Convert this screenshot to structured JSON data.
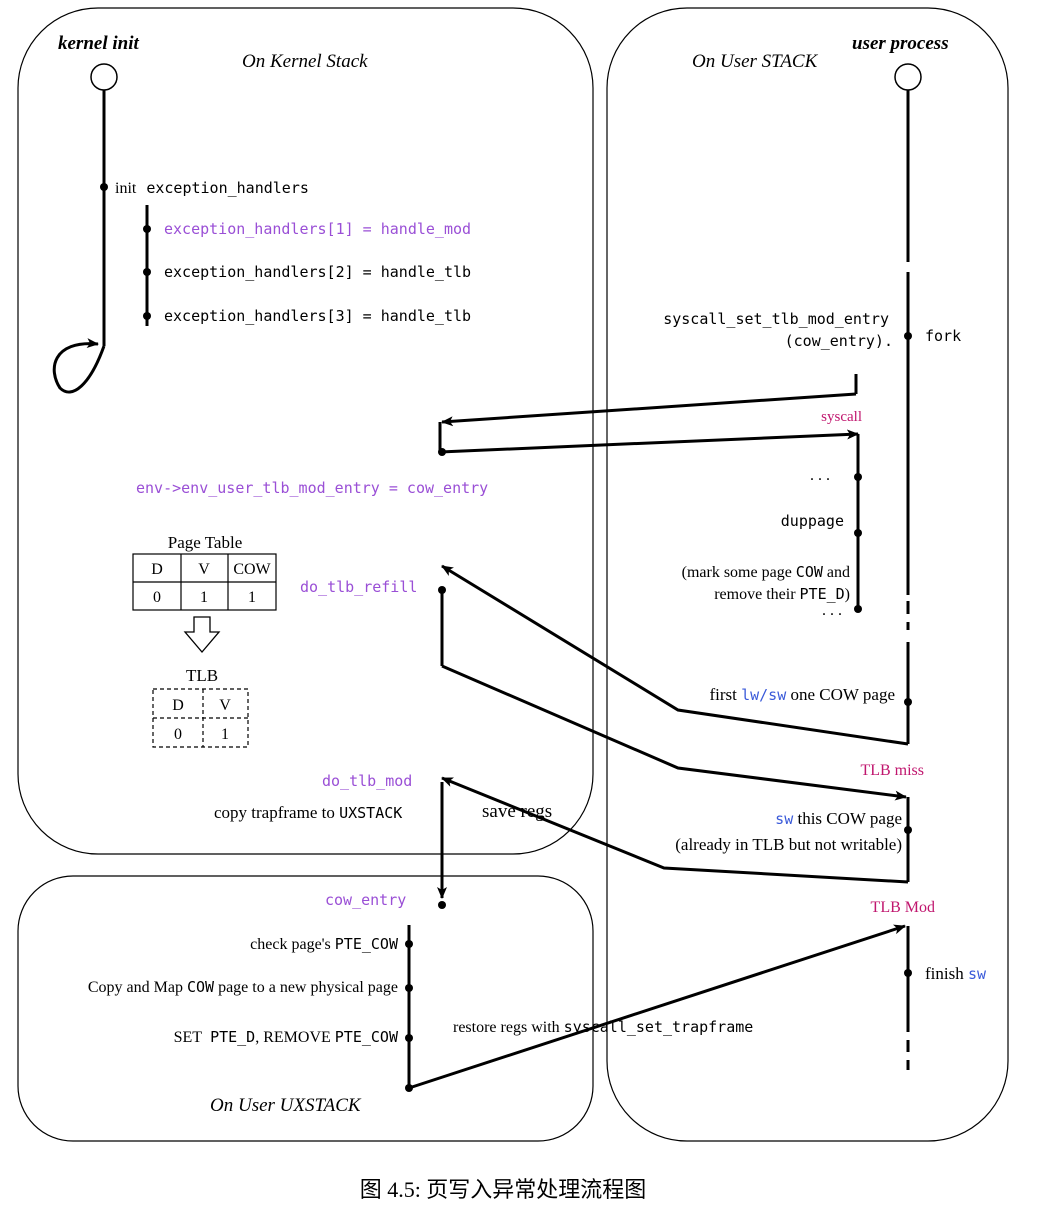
{
  "colors": {
    "purple": "#9a4fd6",
    "magenta": "#c0166e",
    "blue": "#3a5ad9",
    "black": "#000000"
  },
  "regions": {
    "kernel_title": "kernel init",
    "kernel_stack": "On Kernel Stack",
    "user_title": "user process",
    "user_stack": "On User STACK",
    "uxstack": "On User UXSTACK"
  },
  "kernel": {
    "init_label": "init",
    "init_code": "exception_handlers",
    "handler1": "exception_handlers[1] = handle_mod",
    "handler2": "exception_handlers[2] = handle_tlb",
    "handler3": "exception_handlers[3] = handle_tlb",
    "env_assign": "env->env_user_tlb_mod_entry = cow_entry",
    "do_tlb_refill": "do_tlb_refill",
    "do_tlb_mod": "do_tlb_mod",
    "copy_trapframe": "copy trapframe to",
    "uxstack_code": "UXSTACK",
    "save_regs": "save regs"
  },
  "page_table": {
    "title": "Page Table",
    "headers": [
      "D",
      "V",
      "COW"
    ],
    "values": [
      "0",
      "1",
      "1"
    ]
  },
  "tlb": {
    "title": "TLB",
    "headers": [
      "D",
      "V"
    ],
    "values": [
      "0",
      "1"
    ]
  },
  "user": {
    "syscall_set_entry_1": "syscall_set_tlb_mod_entry",
    "syscall_set_entry_2": "(cow_entry).",
    "fork": "fork",
    "syscall": "syscall",
    "dots1": ". . .",
    "duppage": "duppage",
    "mark_1a": "(mark some page",
    "mark_1b": "COW",
    "mark_1c": "and",
    "mark_2a": "remove their",
    "mark_2b": "PTE_D",
    "mark_2c": ")",
    "dots2": ". . .",
    "first_a": "first",
    "first_b": "lw/sw",
    "first_c": "one COW page",
    "tlb_miss": "TLB miss",
    "sw_a": "sw",
    "sw_b": "this COW page",
    "already": "(already in TLB but not writable)",
    "tlb_mod": "TLB Mod",
    "finish_a": "finish",
    "finish_b": "sw"
  },
  "ux": {
    "cow_entry": "cow_entry",
    "check_a": "check page's",
    "check_b": "PTE_COW",
    "copy_a": "Copy and Map",
    "copy_b": "COW",
    "copy_c": "page to a new physical page",
    "set_a": "SET",
    "set_b": "PTE_D",
    "set_c": ", REMOVE",
    "set_d": "PTE_COW",
    "restore_a": "restore regs with",
    "restore_b": "syscall_set_trapframe"
  },
  "caption": "图 4.5: 页写入异常处理流程图"
}
